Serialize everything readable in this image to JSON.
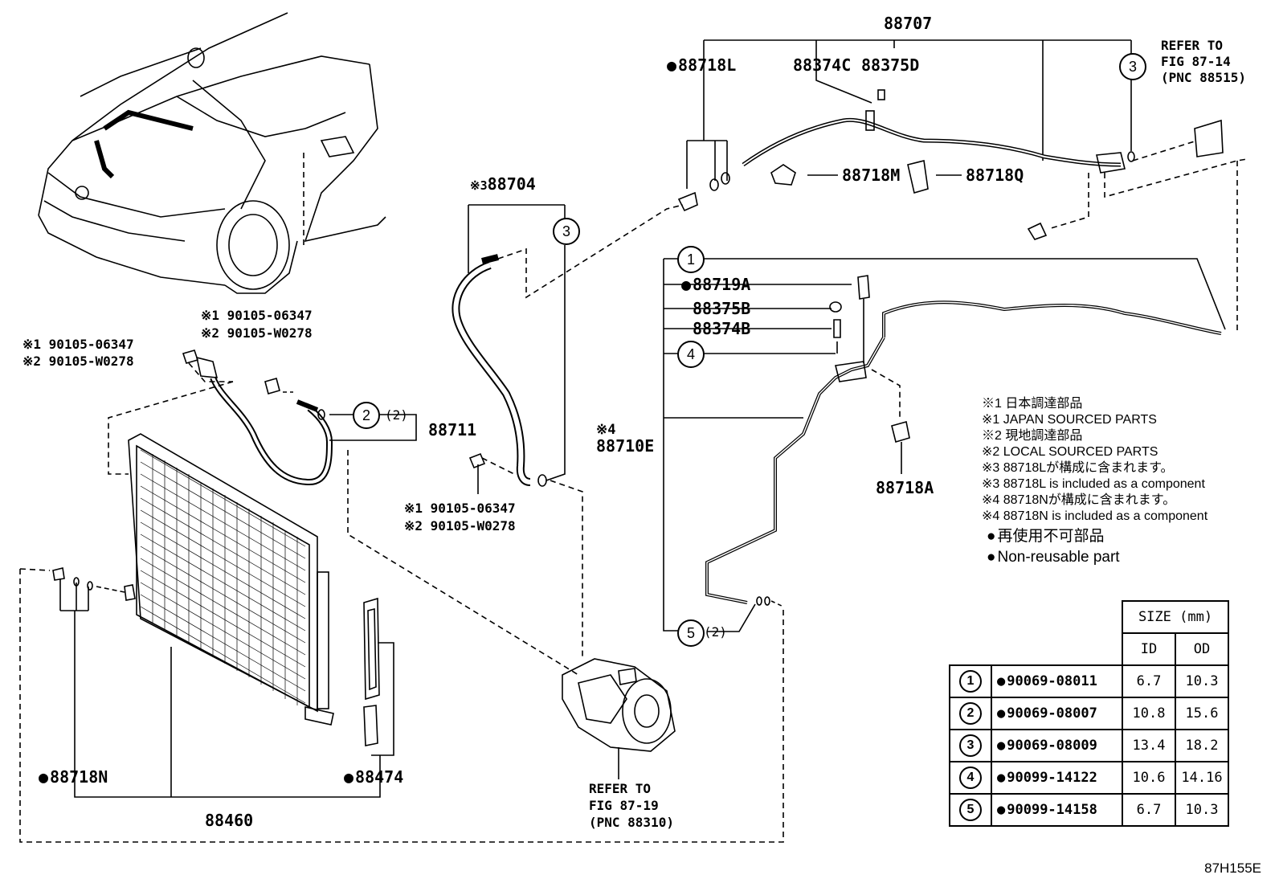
{
  "parts": {
    "p88707": "88707",
    "p88718L": "88718L",
    "p88374C": "88374C",
    "p88375D": "88375D",
    "refer_top": [
      "REFER TO",
      "FIG 87-14",
      "(PNC 88515)"
    ],
    "p88718M": "88718M",
    "p88718Q": "88718Q",
    "p88704": "88704",
    "p88704_mark": "※3",
    "p88719A": "88719A",
    "p88375B": "88375B",
    "p88374B": "88374B",
    "p88710E_mark": "※4",
    "p88710E": "88710E",
    "p88711": "88711",
    "p88718A": "88718A",
    "p88460": "88460",
    "p88718N": "88718N",
    "p88474": "88474",
    "refer_bottom": [
      "REFER TO",
      "FIG 87-19",
      "(PNC 88310)"
    ],
    "bolt_a": [
      "※1 90105-06347",
      "※2 90105-W0278"
    ],
    "bolt_b": [
      "※1 90105-06347",
      "※2 90105-W0278"
    ],
    "bolt_c": [
      "※1 90105-06347",
      "※2 90105-W0278"
    ],
    "qty2": "(2)",
    "qty2b": "(2)"
  },
  "callouts": [
    "1",
    "2",
    "3",
    "3",
    "4",
    "5"
  ],
  "notes": [
    "※1 日本調達部品",
    "※1 JAPAN SOURCED PARTS",
    "※2 現地調達部品",
    "※2 LOCAL SOURCED PARTS",
    "※3 88718Lが構成に含まれます。",
    "※3 88718L is included as a component",
    "※4 88718Nが構成に含まれます。",
    "※4 88718N is included as a component"
  ],
  "legend": [
    "再使用不可部品",
    "Non-reusable part"
  ],
  "size_table": {
    "title": "SIZE (mm)",
    "col_id": "ID",
    "col_od": "OD",
    "rows": [
      {
        "no": "1",
        "code": "90069-08011",
        "id": "6.7",
        "od": "10.3"
      },
      {
        "no": "2",
        "code": "90069-08007",
        "id": "10.8",
        "od": "15.6"
      },
      {
        "no": "3",
        "code": "90069-08009",
        "id": "13.4",
        "od": "18.2"
      },
      {
        "no": "4",
        "code": "90099-14122",
        "id": "10.6",
        "od": "14.16"
      },
      {
        "no": "5",
        "code": "90099-14158",
        "id": "6.7",
        "od": "10.3"
      }
    ]
  },
  "figure_id": "87H155E"
}
